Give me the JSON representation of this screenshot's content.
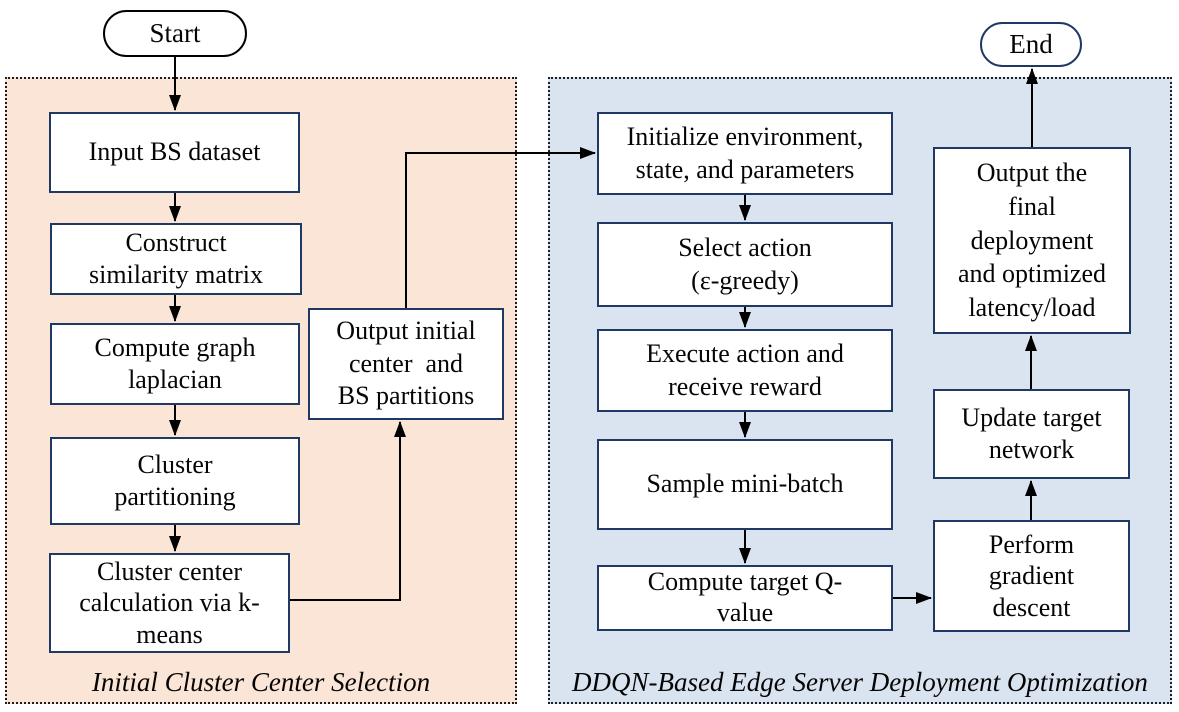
{
  "start": {
    "label": "Start"
  },
  "end": {
    "label": "End"
  },
  "panels": {
    "left": {
      "title": "Initial Cluster Center Selection"
    },
    "right": {
      "title": "DDQN-Based Edge Server Deployment Optimization"
    }
  },
  "nodes": {
    "input": {
      "label": "Input BS dataset"
    },
    "similarity": {
      "label": "Construct\nsimilarity matrix"
    },
    "laplacian": {
      "label": "Compute graph\nlaplacian"
    },
    "partitioning": {
      "label": "Cluster\npartitioning"
    },
    "kmeans": {
      "label": "Cluster center\ncalculation via k-\nmeans"
    },
    "output_initial": {
      "label": "Output initial\ncenter  and\nBS partitions"
    },
    "init_env": {
      "label": "Initialize environment,\nstate, and parameters"
    },
    "select_action": {
      "label": "Select action\n(ε-greedy)"
    },
    "execute": {
      "label": "Execute action and\nreceive reward"
    },
    "sample": {
      "label": "Sample mini-batch"
    },
    "compute_q": {
      "label": "Compute target Q-\nvalue"
    },
    "gradient": {
      "label": "Perform\ngradient\ndescent"
    },
    "update_target": {
      "label": "Update target\nnetwork"
    },
    "output_final": {
      "label": "Output the\nfinal\ndeployment\nand optimized\nlatency/load"
    }
  },
  "colors": {
    "peach_bg": "#fbe5d6",
    "blue_bg": "#dae4f1",
    "box_border": "#1f3864",
    "arrow": "#000000"
  }
}
